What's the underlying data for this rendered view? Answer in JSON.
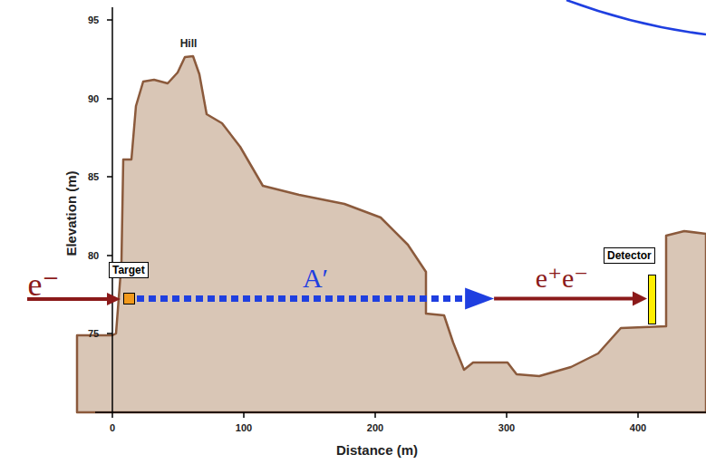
{
  "diagram": {
    "nodes": [
      {
        "text": [
          "Target"
        ]
      },
      {
        "text": [
          "Detector"
        ]
      }
    ],
    "edges": [
      {
        "from": 0,
        "to": 1,
        "arrow": "to",
        "label": "A′"
      }
    ],
    "labels": [
      "Hill",
      "e⁻",
      "e⁺e⁻",
      "95",
      "90",
      "85",
      "80",
      "75",
      "0",
      "100",
      "200",
      "300",
      "400",
      "Elevation (m)",
      "Distance (m)"
    ]
  }
}
